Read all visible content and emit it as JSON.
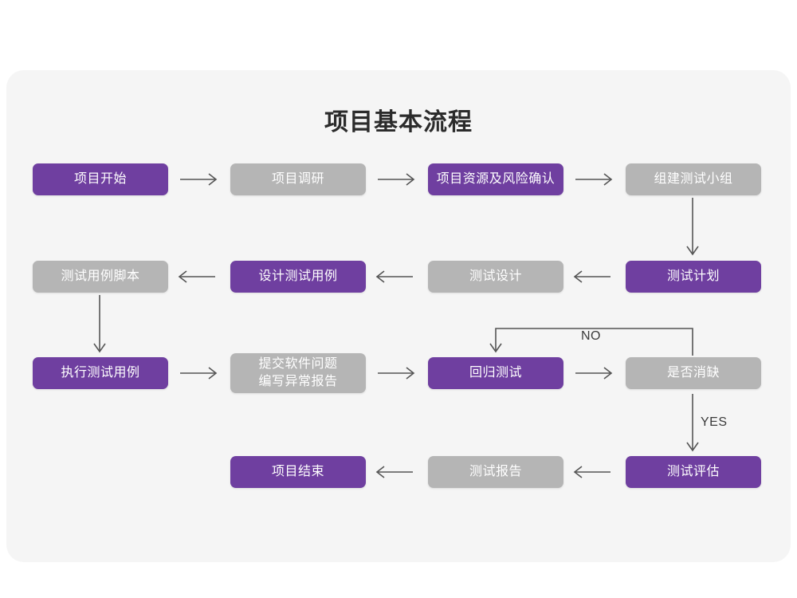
{
  "page": {
    "title": "项目基本流程",
    "card_background": "#f5f5f5",
    "page_background": "#ffffff"
  },
  "colors": {
    "active": "#6f3fa0",
    "inactive": "#b5b5b5",
    "arrow": "#555555",
    "title_text": "#2b2b2b",
    "node_text": "#ffffff"
  },
  "nodes": {
    "n1": {
      "label": "项目开始",
      "state": "active"
    },
    "n2": {
      "label": "项目调研",
      "state": "inactive"
    },
    "n3": {
      "label": "项目资源及风险确认",
      "state": "active"
    },
    "n4": {
      "label": "组建测试小组",
      "state": "inactive"
    },
    "n5": {
      "label": "测试用例脚本",
      "state": "inactive"
    },
    "n6": {
      "label": "设计测试用例",
      "state": "active"
    },
    "n7": {
      "label": "测试设计",
      "state": "inactive"
    },
    "n8": {
      "label": "测试计划",
      "state": "active"
    },
    "n9": {
      "label": "执行测试用例",
      "state": "active"
    },
    "n10": {
      "label": "提交软件问题\n编写异常报告",
      "state": "inactive"
    },
    "n11": {
      "label": "回归测试",
      "state": "active"
    },
    "n12": {
      "label": "是否消缺",
      "state": "inactive"
    },
    "n13": {
      "label": "项目结束",
      "state": "active"
    },
    "n14": {
      "label": "测试报告",
      "state": "inactive"
    },
    "n15": {
      "label": "测试评估",
      "state": "active"
    }
  },
  "edge_labels": {
    "no": "NO",
    "yes": "YES"
  },
  "chart_data": {
    "type": "diagram",
    "title": "项目基本流程",
    "nodes": [
      {
        "id": "n1",
        "label": "项目开始",
        "row": 1,
        "col": 1,
        "state": "active"
      },
      {
        "id": "n2",
        "label": "项目调研",
        "row": 1,
        "col": 2,
        "state": "inactive"
      },
      {
        "id": "n3",
        "label": "项目资源及风险确认",
        "row": 1,
        "col": 3,
        "state": "active"
      },
      {
        "id": "n4",
        "label": "组建测试小组",
        "row": 1,
        "col": 4,
        "state": "inactive"
      },
      {
        "id": "n5",
        "label": "测试用例脚本",
        "row": 2,
        "col": 1,
        "state": "inactive"
      },
      {
        "id": "n6",
        "label": "设计测试用例",
        "row": 2,
        "col": 2,
        "state": "active"
      },
      {
        "id": "n7",
        "label": "测试设计",
        "row": 2,
        "col": 3,
        "state": "inactive"
      },
      {
        "id": "n8",
        "label": "测试计划",
        "row": 2,
        "col": 4,
        "state": "active"
      },
      {
        "id": "n9",
        "label": "执行测试用例",
        "row": 3,
        "col": 1,
        "state": "active"
      },
      {
        "id": "n10",
        "label": "提交软件问题 编写异常报告",
        "row": 3,
        "col": 2,
        "state": "inactive"
      },
      {
        "id": "n11",
        "label": "回归测试",
        "row": 3,
        "col": 3,
        "state": "active"
      },
      {
        "id": "n12",
        "label": "是否消缺",
        "row": 3,
        "col": 4,
        "state": "inactive"
      },
      {
        "id": "n13",
        "label": "项目结束",
        "row": 4,
        "col": 2,
        "state": "active"
      },
      {
        "id": "n14",
        "label": "测试报告",
        "row": 4,
        "col": 3,
        "state": "inactive"
      },
      {
        "id": "n15",
        "label": "测试评估",
        "row": 4,
        "col": 4,
        "state": "active"
      }
    ],
    "edges": [
      {
        "from": "n1",
        "to": "n2",
        "label": "",
        "direction": "right"
      },
      {
        "from": "n2",
        "to": "n3",
        "label": "",
        "direction": "right"
      },
      {
        "from": "n3",
        "to": "n4",
        "label": "",
        "direction": "right"
      },
      {
        "from": "n4",
        "to": "n8",
        "label": "",
        "direction": "down"
      },
      {
        "from": "n8",
        "to": "n7",
        "label": "",
        "direction": "left"
      },
      {
        "from": "n7",
        "to": "n6",
        "label": "",
        "direction": "left"
      },
      {
        "from": "n6",
        "to": "n5",
        "label": "",
        "direction": "left"
      },
      {
        "from": "n5",
        "to": "n9",
        "label": "",
        "direction": "down"
      },
      {
        "from": "n9",
        "to": "n10",
        "label": "",
        "direction": "right"
      },
      {
        "from": "n10",
        "to": "n11",
        "label": "",
        "direction": "right"
      },
      {
        "from": "n11",
        "to": "n12",
        "label": "",
        "direction": "right"
      },
      {
        "from": "n12",
        "to": "n11",
        "label": "NO",
        "direction": "loop-up-left"
      },
      {
        "from": "n12",
        "to": "n15",
        "label": "YES",
        "direction": "down"
      },
      {
        "from": "n15",
        "to": "n14",
        "label": "",
        "direction": "left"
      },
      {
        "from": "n14",
        "to": "n13",
        "label": "",
        "direction": "left"
      }
    ]
  }
}
